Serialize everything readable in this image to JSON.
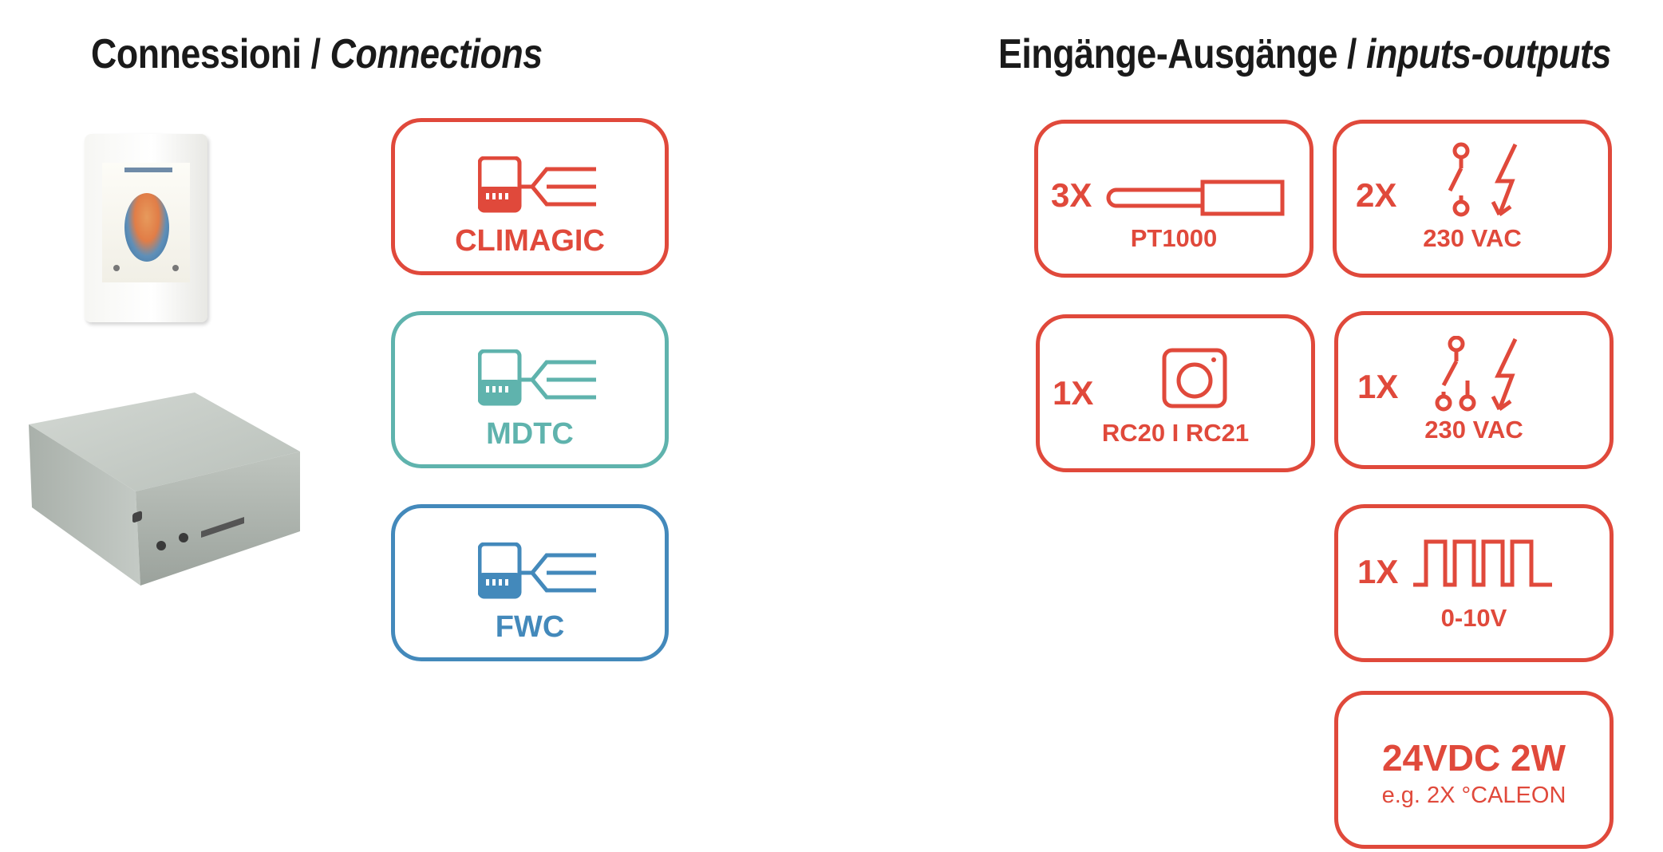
{
  "headings": {
    "left": {
      "main": "Connessioni / ",
      "italic": "Connections"
    },
    "right": {
      "main": "Eingänge-Ausgänge / ",
      "italic": "inputs-outputs"
    }
  },
  "connections": [
    {
      "label": "CLIMAGIC",
      "icon": "controller-cable-icon",
      "color": "#e0493b"
    },
    {
      "label": "MDTC",
      "icon": "controller-cable-icon",
      "color": "#5fb3ad"
    },
    {
      "label": "FWC",
      "icon": "controller-cable-icon",
      "color": "#4389bb"
    }
  ],
  "io": {
    "pt1000": {
      "count": "3X",
      "label": "PT1000",
      "icon": "temperature-sensor-icon"
    },
    "relay": {
      "count": "2X",
      "label": "230 VAC",
      "icon": "switch-voltage-icon"
    },
    "remote": {
      "count": "1X",
      "label": "RC20  I  RC21",
      "icon": "room-controller-icon"
    },
    "changeover": {
      "count": "1X",
      "label": "230 VAC",
      "icon": "changeover-switch-icon"
    },
    "pwm": {
      "count": "1X",
      "label": "0-10V",
      "icon": "square-wave-icon"
    },
    "power": {
      "main": "24VDC 2W",
      "sub": "e.g. 2X °CALEON"
    }
  },
  "colors": {
    "accent": "#e0493b",
    "teal": "#5fb3ad",
    "blue": "#4389bb",
    "heading": "#1a1a1a"
  }
}
